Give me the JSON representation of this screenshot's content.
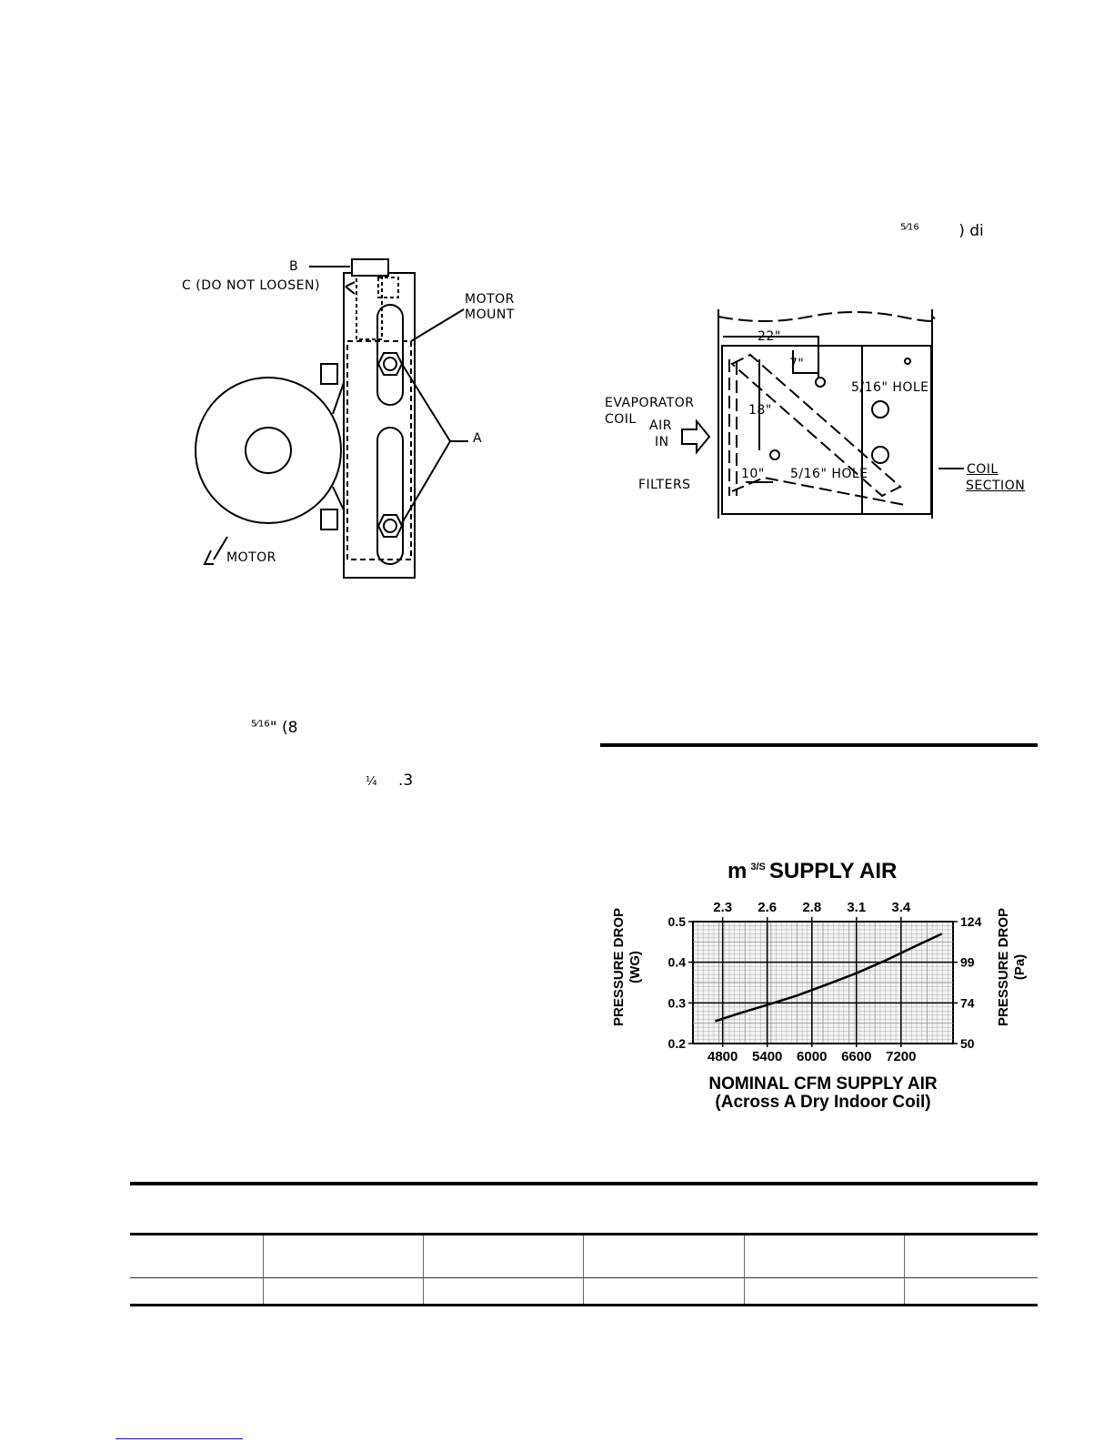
{
  "motor_figure": {
    "label_b": "B",
    "label_c": "C (DO NOT LOOSEN)",
    "label_motor_mount_1": "MOTOR",
    "label_motor_mount_2": "MOUNT",
    "label_a": "A",
    "label_motor": "MOTOR"
  },
  "coil_figure": {
    "dim_22": "22\"",
    "dim_7": "7\"",
    "dim_18": "18\"",
    "dim_10": "10\"",
    "hole_top": "5/16\" HOLE",
    "hole_bottom": "5/16\" HOLE",
    "evaporator_1": "EVAPORATOR",
    "evaporator_2": "COIL",
    "air_1": "AIR",
    "air_2": "IN",
    "filters": "FILTERS",
    "coil_section_1": "COIL",
    "coil_section_2": "SECTION"
  },
  "fragments": {
    "top_right_num": "5",
    "top_right_den": "16",
    "top_right_tail": ") di",
    "left_mid_num": "5",
    "left_mid_den": "16",
    "left_mid_tail": "\" (8",
    "left_low_frac": "¼",
    "left_low_tail": ".3"
  },
  "chart_data": {
    "type": "line",
    "title": "m 3/S SUPPLY AIR",
    "title_main": "m",
    "title_sup": "3/S",
    "title_rest": "SUPPLY AIR",
    "xlabel": "NOMINAL CFM SUPPLY AIR",
    "xlabel_sub": "(Across A Dry Indoor Coil)",
    "ylabel_left": "PRESSURE DROP",
    "ylabel_left_unit": "(WG)",
    "ylabel_right": "PRESSURE DROP",
    "ylabel_right_unit": "(Pa)",
    "xlim": [
      4400,
      7900
    ],
    "ylim": [
      0.2,
      0.5
    ],
    "x_ticks": [
      "4800",
      "5400",
      "6000",
      "6600",
      "7200"
    ],
    "x_tick_values": [
      4800,
      5400,
      6000,
      6600,
      7200
    ],
    "top_ticks": [
      "2.3",
      "2.6",
      "2.8",
      "3.1",
      "3.4"
    ],
    "top_tick_values": [
      4800,
      5400,
      6000,
      6600,
      7200
    ],
    "y_ticks_left": [
      "0.2",
      "0.3",
      "0.4",
      "0.5"
    ],
    "y_tick_values": [
      0.2,
      0.3,
      0.4,
      0.5
    ],
    "y_ticks_right": [
      "50",
      "74",
      "99",
      "124"
    ],
    "grid": true,
    "series": [
      {
        "x": [
          4700,
          5000,
          5400,
          5800,
          6200,
          6600,
          7000,
          7400,
          7750
        ],
        "y": [
          0.255,
          0.273,
          0.295,
          0.318,
          0.345,
          0.373,
          0.405,
          0.44,
          0.47
        ]
      }
    ]
  }
}
